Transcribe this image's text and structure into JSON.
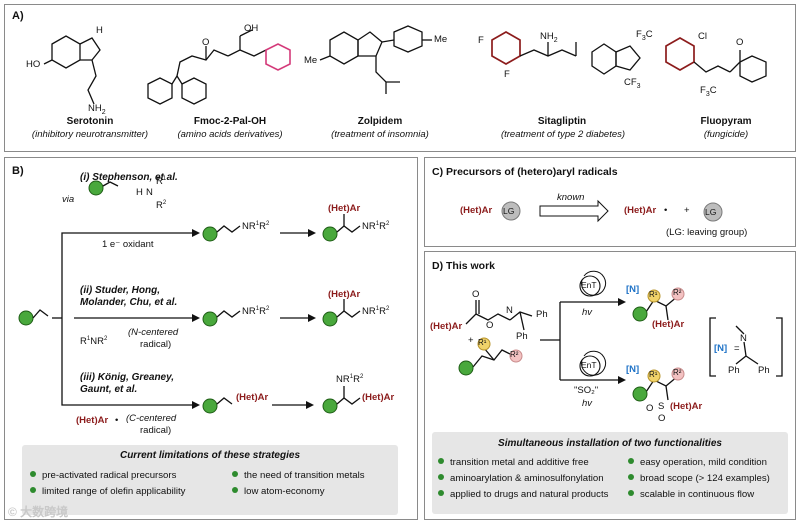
{
  "panelA": {
    "label": "A)",
    "molecules": [
      {
        "name": "Serotonin",
        "desc": "(inhibitory neurotransmitter)"
      },
      {
        "name": "Fmoc-2-Pal-OH",
        "desc": "(amino acids derivatives)"
      },
      {
        "name": "Zolpidem",
        "desc": "(treatment of insomnia)"
      },
      {
        "name": "Sitagliptin",
        "desc": "(treatment of type 2 diabetes)"
      },
      {
        "name": "Fluopyram",
        "desc": "(fungicide)"
      }
    ],
    "atoms": {
      "ho": "HO",
      "nh": "H",
      "n": "N",
      "nh2": "NH",
      "two": "2",
      "oh": "OH",
      "o": "O",
      "me": "Me",
      "f": "F",
      "cf3": "CF",
      "three": "3",
      "cl": "Cl",
      "f3c": "F",
      "c": "C"
    }
  },
  "panelB": {
    "label": "B)",
    "route1": {
      "title": "(i) Stephenson, et al.",
      "via": "via",
      "conditions": "1 e⁻ oxidant"
    },
    "route2": {
      "title_line1": "(ii) Studer, Hong,",
      "title_line2": "Molander, Chu, et al.",
      "radical_note1": "(N-centered",
      "radical_note2": "radical)"
    },
    "route3": {
      "title_line1": "(iii) König, Greaney,",
      "title_line2": "Gaunt, et al.",
      "radical_note1": "(C-centered",
      "radical_note2": "radical)"
    },
    "labels": {
      "hetar": "(Het)Ar",
      "nr": "NR",
      "r1": "1",
      "r2": "2",
      "r": "R",
      "h": "H",
      "n": "N",
      "dot": "•"
    },
    "limitations_title": "Current limitations of these strategies",
    "limitations": [
      "pre-activated radical precursors",
      "the need of transition metals",
      "limited range of olefin applicability",
      "low atom-economy"
    ]
  },
  "panelC": {
    "label": "C) Precursors of (hetero)aryl radicals",
    "hetar": "(Het)Ar",
    "lg": "LG",
    "known": "known",
    "plus": "+",
    "note": "(LG: leaving group)"
  },
  "panelD": {
    "label": "D) This work",
    "ent": "EnT",
    "hv": "hv",
    "so2": "\"SO₂\"",
    "n_label": "[N]",
    "eq": "=",
    "ph": "Ph",
    "hetar": "(Het)Ar",
    "plus": "+",
    "r1": "R¹",
    "r2": "R²",
    "o": "O",
    "s": "S",
    "n": "N",
    "summary_title": "Simultaneous installation of two functionalities",
    "features": [
      "transition metal and additive free",
      "easy operation, mild condition",
      "aminoarylation & aminosulfonylation",
      "broad scope (> 124 examples)",
      "applied to drugs and natural products",
      "scalable in continuous flow"
    ]
  },
  "watermark": "© 大数跨境"
}
